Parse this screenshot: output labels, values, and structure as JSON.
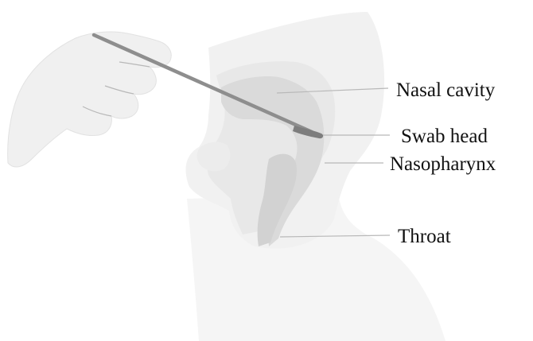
{
  "labels": {
    "nasal_cavity": "Nasal cavity",
    "swab_head": "Swab head",
    "nasopharynx": "Nasopharynx",
    "throat": "Throat"
  },
  "colors": {
    "background": "#ffffff",
    "head_light": "#f3f3f3",
    "head_mid": "#e9e9e9",
    "airway": "#d9d9d9",
    "airway_dark": "#cfcfcf",
    "swab": "#8e8e8e",
    "swab_head": "#7d7d7d",
    "label_text": "#111111",
    "leader_line": "#b8b8b8"
  }
}
